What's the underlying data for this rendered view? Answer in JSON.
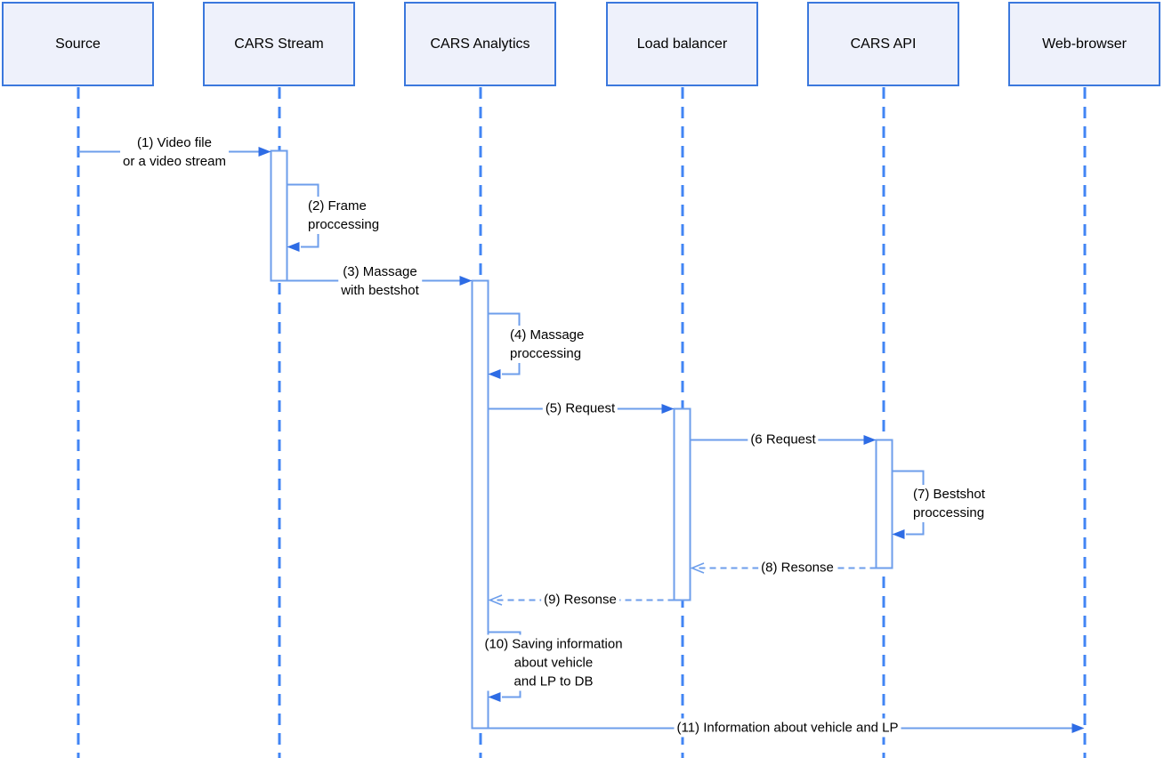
{
  "colors": {
    "lifeline": "#4285f4",
    "actor_border": "#3b78dd",
    "actor_fill": "#eef1fb",
    "activation_border": "#6d9eeb",
    "message_line": "#6d9eeb",
    "arrow_fill": "#2e6ce5",
    "text": "#000000"
  },
  "actors": [
    {
      "label": "Source"
    },
    {
      "label": "CARS Stream"
    },
    {
      "label": "CARS Analytics"
    },
    {
      "label": "Load balancer"
    },
    {
      "label": "CARS API"
    },
    {
      "label": "Web-browser"
    }
  ],
  "messages": [
    {
      "num": 1,
      "label": "(1) Video file\nor a video stream",
      "from": "Source",
      "to": "CARS Stream",
      "type": "solid"
    },
    {
      "num": 2,
      "label": "(2) Frame\nproccessing",
      "from": "CARS Stream",
      "to": "CARS Stream",
      "type": "self"
    },
    {
      "num": 3,
      "label": "(3) Massage\nwith bestshot",
      "from": "CARS Stream",
      "to": "CARS Analytics",
      "type": "solid"
    },
    {
      "num": 4,
      "label": "(4) Massage\nproccessing",
      "from": "CARS Analytics",
      "to": "CARS Analytics",
      "type": "self"
    },
    {
      "num": 5,
      "label": "(5) Request",
      "from": "CARS Analytics",
      "to": "Load balancer",
      "type": "solid"
    },
    {
      "num": 6,
      "label": "(6 Request",
      "from": "Load balancer",
      "to": "CARS API",
      "type": "solid"
    },
    {
      "num": 7,
      "label": "(7) Bestshot\nproccessing",
      "from": "CARS API",
      "to": "CARS API",
      "type": "self"
    },
    {
      "num": 8,
      "label": "(8) Resonse",
      "from": "CARS API",
      "to": "Load balancer",
      "type": "dashed"
    },
    {
      "num": 9,
      "label": "(9) Resonse",
      "from": "Load balancer",
      "to": "CARS Analytics",
      "type": "dashed"
    },
    {
      "num": 10,
      "label": "(10) Saving information\nabout vehicle\nand LP to DB",
      "from": "CARS Analytics",
      "to": "CARS Analytics",
      "type": "self"
    },
    {
      "num": 11,
      "label": "(11) Information about vehicle and LP",
      "from": "CARS Analytics",
      "to": "Web-browser",
      "type": "solid"
    }
  ]
}
